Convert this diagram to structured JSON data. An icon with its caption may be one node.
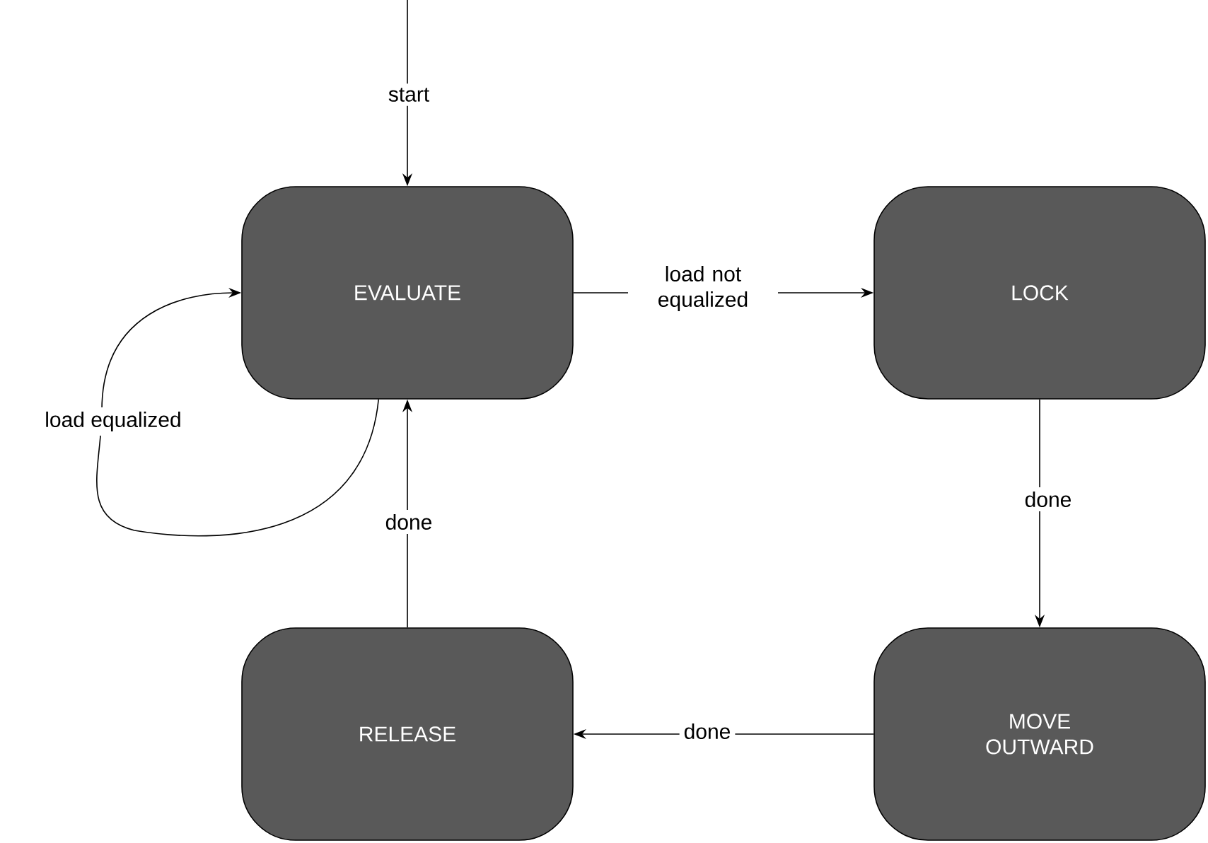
{
  "diagram": {
    "nodes": [
      {
        "text": [
          "EVALUATE"
        ]
      },
      {
        "text": [
          "LOCK"
        ]
      },
      {
        "text": [
          "MOVE OUTWARD"
        ]
      },
      {
        "text": [
          "RELEASE"
        ]
      }
    ],
    "edges": [
      {
        "from": null,
        "to": 0,
        "arrow": "to",
        "label": "start"
      },
      {
        "from": 0,
        "to": 1,
        "arrow": "to",
        "label": "load not equalized"
      },
      {
        "from": 0,
        "to": 0,
        "arrow": "to",
        "label": "load equalized"
      },
      {
        "from": 1,
        "to": 2,
        "arrow": "to",
        "label": "done"
      },
      {
        "from": 2,
        "to": 3,
        "arrow": "to",
        "label": "done"
      },
      {
        "from": 3,
        "to": 0,
        "arrow": "to",
        "label": "done"
      }
    ]
  }
}
